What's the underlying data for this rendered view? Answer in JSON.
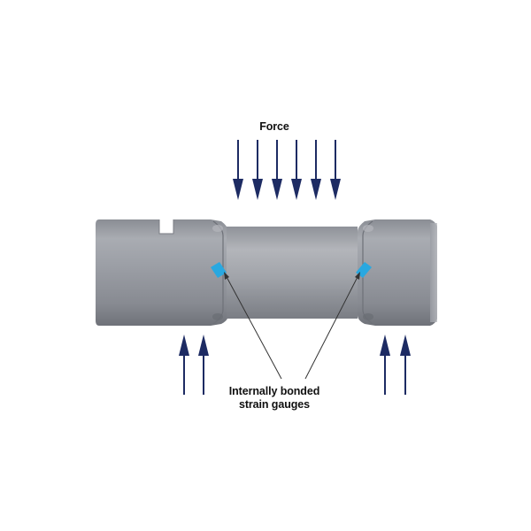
{
  "labels": {
    "force": "Force",
    "gauges_line1": "Internally bonded",
    "gauges_line2": "strain gauges"
  },
  "colors": {
    "arrow": "#1d2b63",
    "gauge": "#29a8e0",
    "body_dark": "#7b7e85",
    "body_mid": "#9a9da4",
    "body_light": "#c4c6ca",
    "leader": "#333333",
    "text": "#111111"
  },
  "icons": {
    "force_arrow": "down-arrow-icon",
    "reaction_arrow": "up-arrow-icon",
    "gauge": "strain-gauge-icon"
  },
  "forces": {
    "top_arrow_count": 6,
    "bottom_left_arrow_count": 2,
    "bottom_right_arrow_count": 2
  }
}
